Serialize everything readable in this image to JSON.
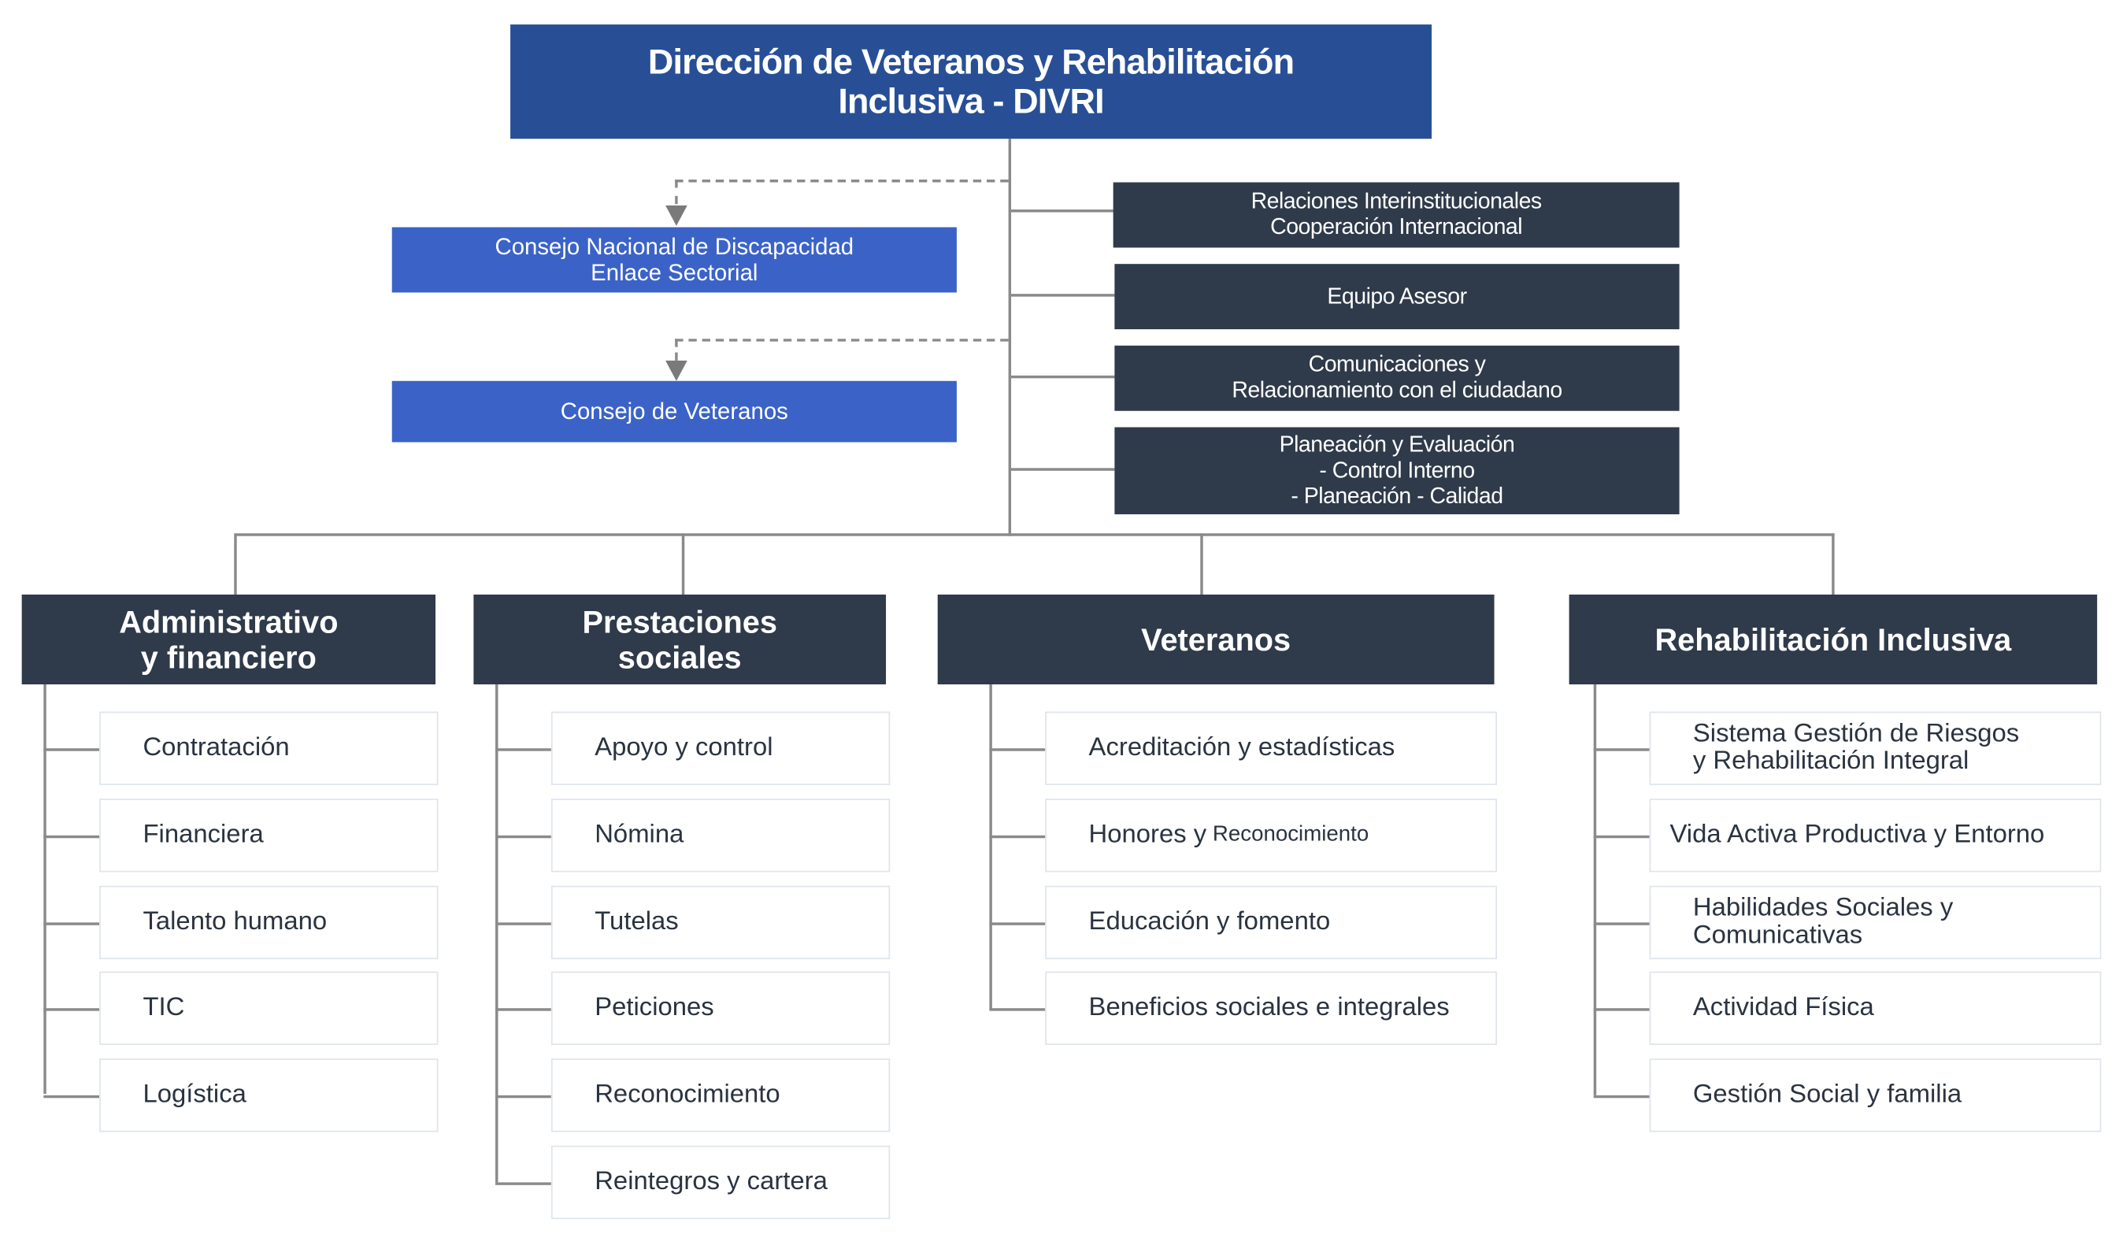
{
  "title": "Dirección de Veteranos y Rehabilitación\nInclusiva - DIVRI",
  "councils": [
    {
      "label": "Consejo Nacional de Discapacidad\nEnlace Sectorial"
    },
    {
      "label": "Consejo de Veteranos"
    }
  ],
  "staff_units": [
    {
      "label": "Relaciones Interinstitucionales\nCooperación Internacional"
    },
    {
      "label": "Equipo Asesor"
    },
    {
      "label": "Comunicaciones y\nRelacionamiento con el ciudadano"
    },
    {
      "label": "Planeación y Evaluación\n- Control Interno\n- Planeación - Calidad"
    }
  ],
  "departments": [
    {
      "label": "Administrativo\ny financiero",
      "units": [
        "Contratación",
        "Financiera",
        "Talento humano",
        "TIC",
        "Logística"
      ]
    },
    {
      "label": "Prestaciones\nsociales",
      "units": [
        "Apoyo y control",
        "Nómina",
        "Tutelas",
        "Peticiones",
        "Reconocimiento",
        "Reintegros y cartera"
      ]
    },
    {
      "label": "Veteranos",
      "units": [
        "Acreditación  y estadísticas",
        "Honores y",
        "Educación y fomento",
        "Beneficios sociales e integrales"
      ],
      "units_small_suffix": {
        "1": " Reconocimiento"
      }
    },
    {
      "label": "Rehabilitación Inclusiva",
      "units": [
        "Sistema Gestión de Riesgos\ny Rehabilitación Integral",
        "Vida Activa Productiva y Entorno",
        "Habilidades Sociales y\nComunicativas",
        "Actividad Física",
        "Gestión Social y familia"
      ]
    }
  ],
  "colors": {
    "top_box": "#284f96",
    "council_box": "#3b63c7",
    "dark_box": "#2f3a4a",
    "connector": "#8a8a8a"
  }
}
